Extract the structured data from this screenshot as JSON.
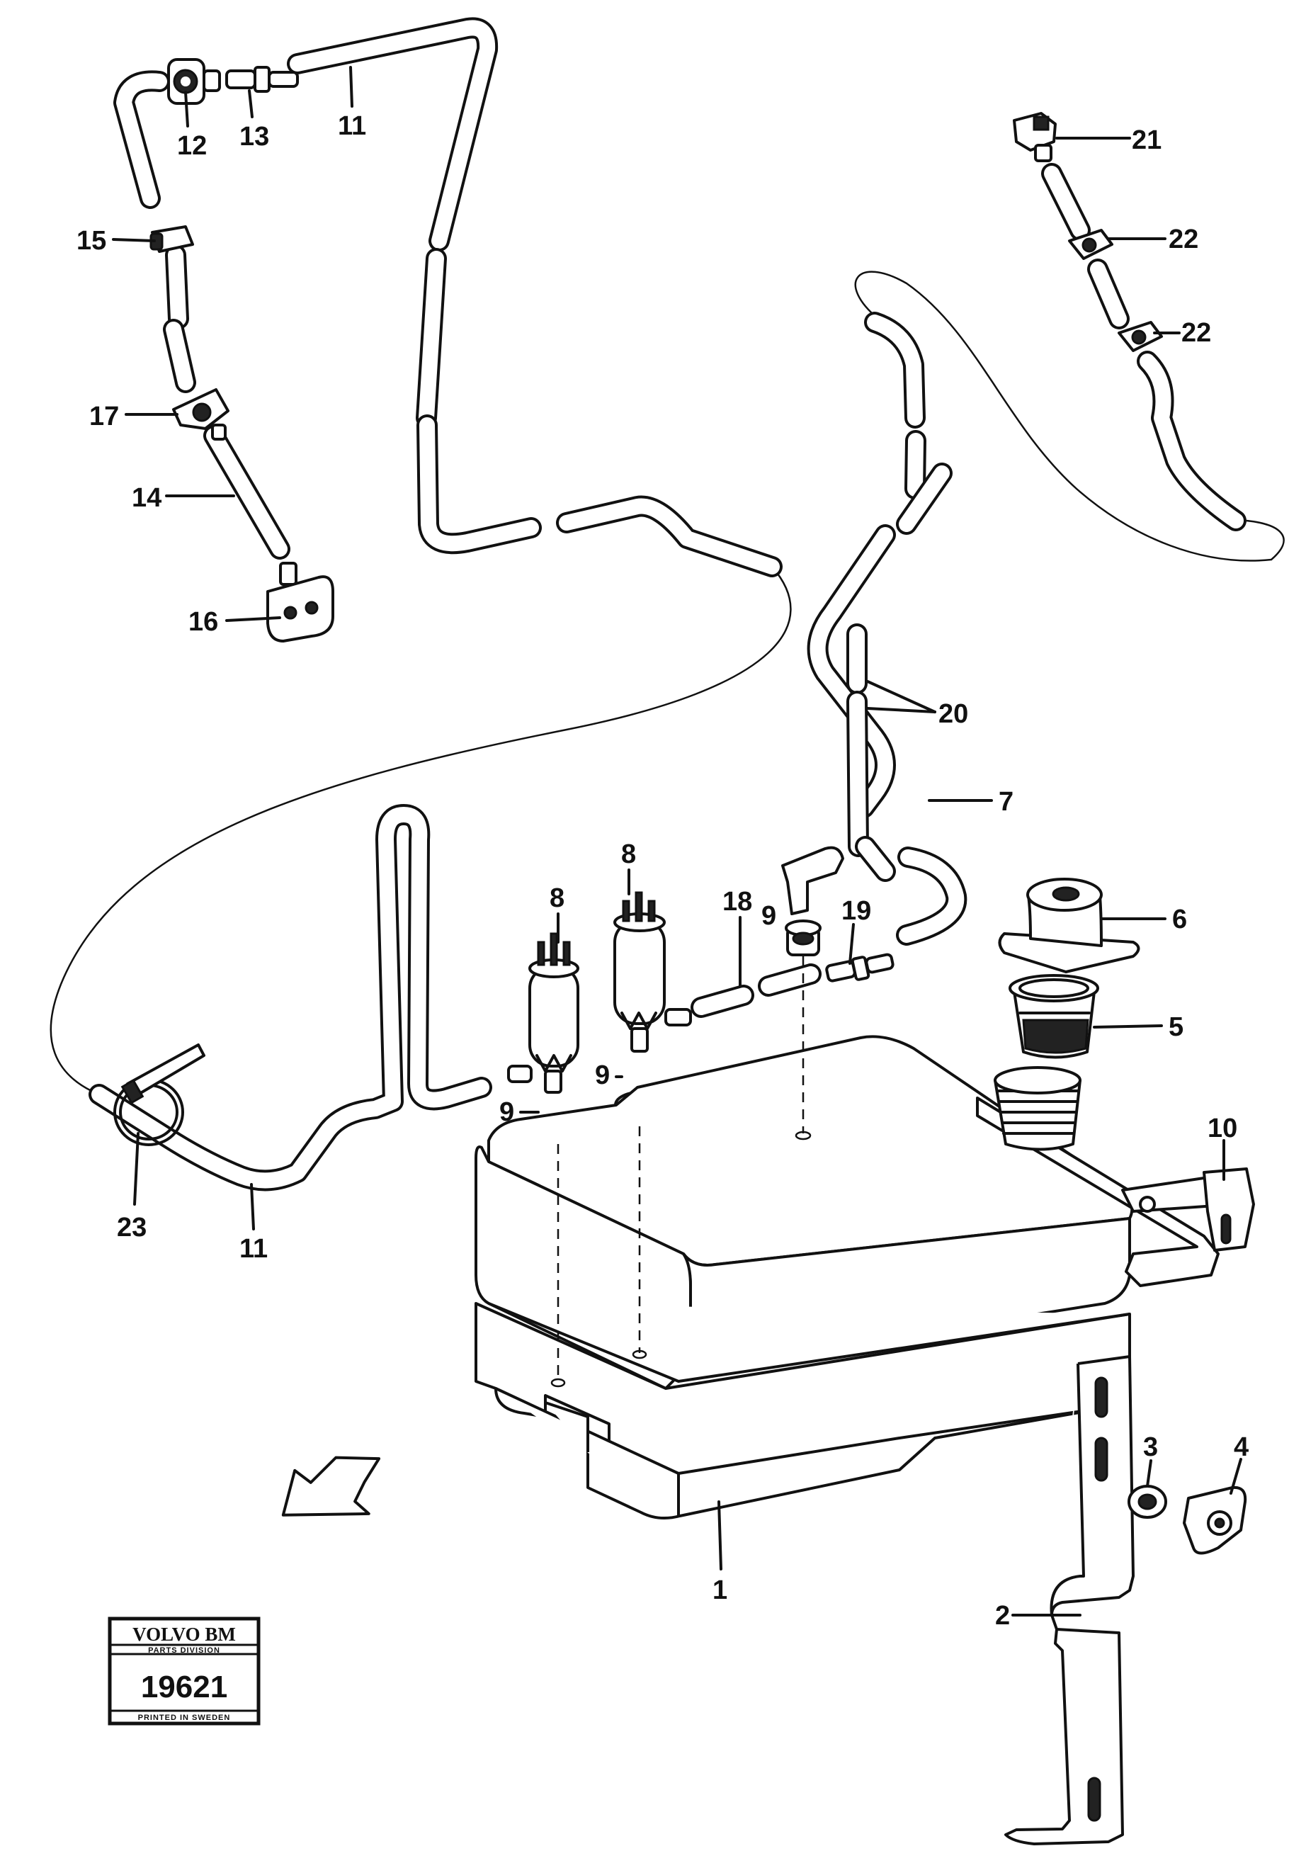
{
  "stamp": {
    "brand": "VOLVO BM",
    "division": "PARTS DIVISION",
    "number": "19621",
    "printed": "PRINTED IN SWEDEN"
  },
  "callouts": {
    "c1": "1",
    "c2": "2",
    "c3": "3",
    "c4": "4",
    "c5": "5",
    "c6": "6",
    "c7": "7",
    "c8a": "8",
    "c8b": "8",
    "c9a": "9",
    "c9b": "9",
    "c9c": "9",
    "c10": "10",
    "c11a": "11",
    "c11b": "11",
    "c12": "12",
    "c13": "13",
    "c14": "14",
    "c15": "15",
    "c16": "16",
    "c17": "17",
    "c18": "18",
    "c19": "19",
    "c20": "20",
    "c21": "21",
    "c22a": "22",
    "c22b": "22",
    "c23": "23"
  }
}
